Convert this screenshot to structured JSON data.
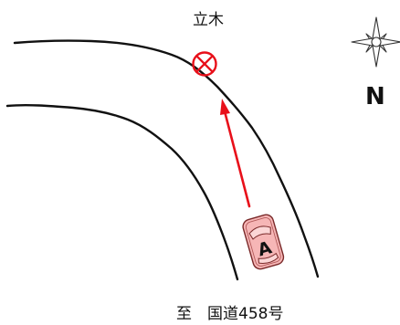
{
  "target": {
    "label": "立木",
    "color": "#e8101a"
  },
  "vehicle": {
    "label": "A",
    "body_color": "#f6b6b6",
    "outline_color": "#7a2a2a"
  },
  "arrow": {
    "color": "#e8101a"
  },
  "compass": {
    "label": "N"
  },
  "road": {
    "caption": "至　国道458号",
    "edge_color": "#111111"
  }
}
